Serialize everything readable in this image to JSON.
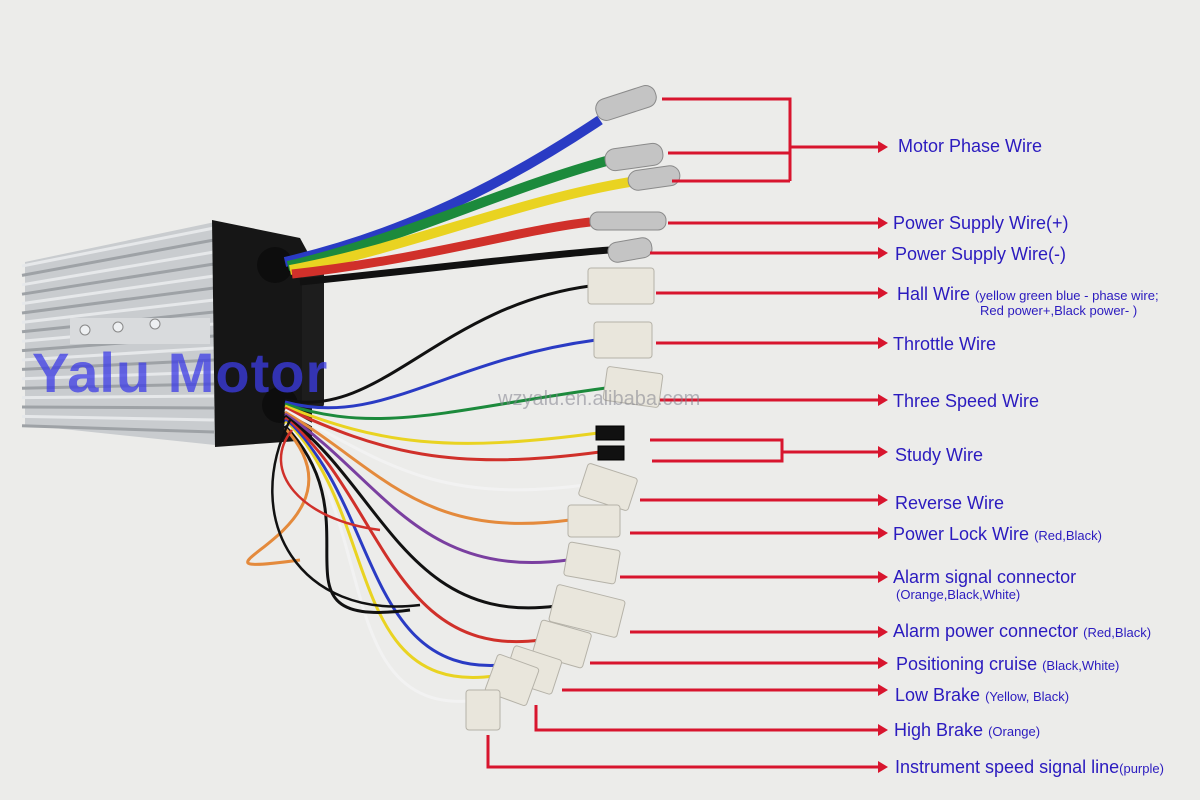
{
  "watermark": "Yalu Motor",
  "site_watermark": "wzyalu.en.alibaba.com",
  "colors": {
    "label_text": "#2b1bbf",
    "leader_line": "#d8152e",
    "background": "#ececea"
  },
  "labels": [
    {
      "id": "motor-phase",
      "name": "Motor Phase Wire",
      "note": ""
    },
    {
      "id": "power-supply-pos",
      "name": "Power Supply Wire(+)",
      "note": ""
    },
    {
      "id": "power-supply-neg",
      "name": "Power Supply Wire(-)",
      "note": ""
    },
    {
      "id": "hall",
      "name": "Hall Wire",
      "note": "(yellow green blue - phase wire;",
      "note2": "Red power+,Black power- )"
    },
    {
      "id": "throttle",
      "name": "Throttle Wire",
      "note": ""
    },
    {
      "id": "three-speed",
      "name": "Three Speed Wire",
      "note": ""
    },
    {
      "id": "study",
      "name": "Study Wire",
      "note": ""
    },
    {
      "id": "reverse",
      "name": "Reverse Wire",
      "note": ""
    },
    {
      "id": "power-lock",
      "name": "Power Lock Wire",
      "note": "(Red,Black)"
    },
    {
      "id": "alarm-signal",
      "name": "Alarm signal connector",
      "note": "",
      "note2": "(Orange,Black,White)"
    },
    {
      "id": "alarm-power",
      "name": "Alarm power connector",
      "note": "(Red,Black)"
    },
    {
      "id": "positioning-cruise",
      "name": "Positioning cruise",
      "note": "(Black,White)"
    },
    {
      "id": "low-brake",
      "name": "Low Brake",
      "note": "(Yellow, Black)"
    },
    {
      "id": "high-brake",
      "name": "High Brake",
      "note": "(Orange)"
    },
    {
      "id": "instrument-speed",
      "name": "Instrument speed signal line",
      "note": "(purple)"
    }
  ]
}
